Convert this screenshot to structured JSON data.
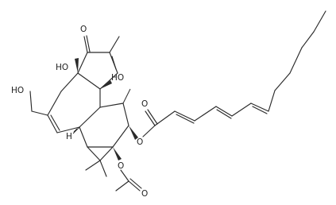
{
  "structure": {
    "atom_labels": {
      "o_ketone": "O",
      "oh_left": "HO",
      "oh_mid": "HO",
      "ho_ch2": "HO",
      "h_stereo": "H",
      "o_ester_right": "O",
      "o_carbonyl_right": "O",
      "o_acetate": "O",
      "o_acetate_carbonyl": "O"
    }
  }
}
